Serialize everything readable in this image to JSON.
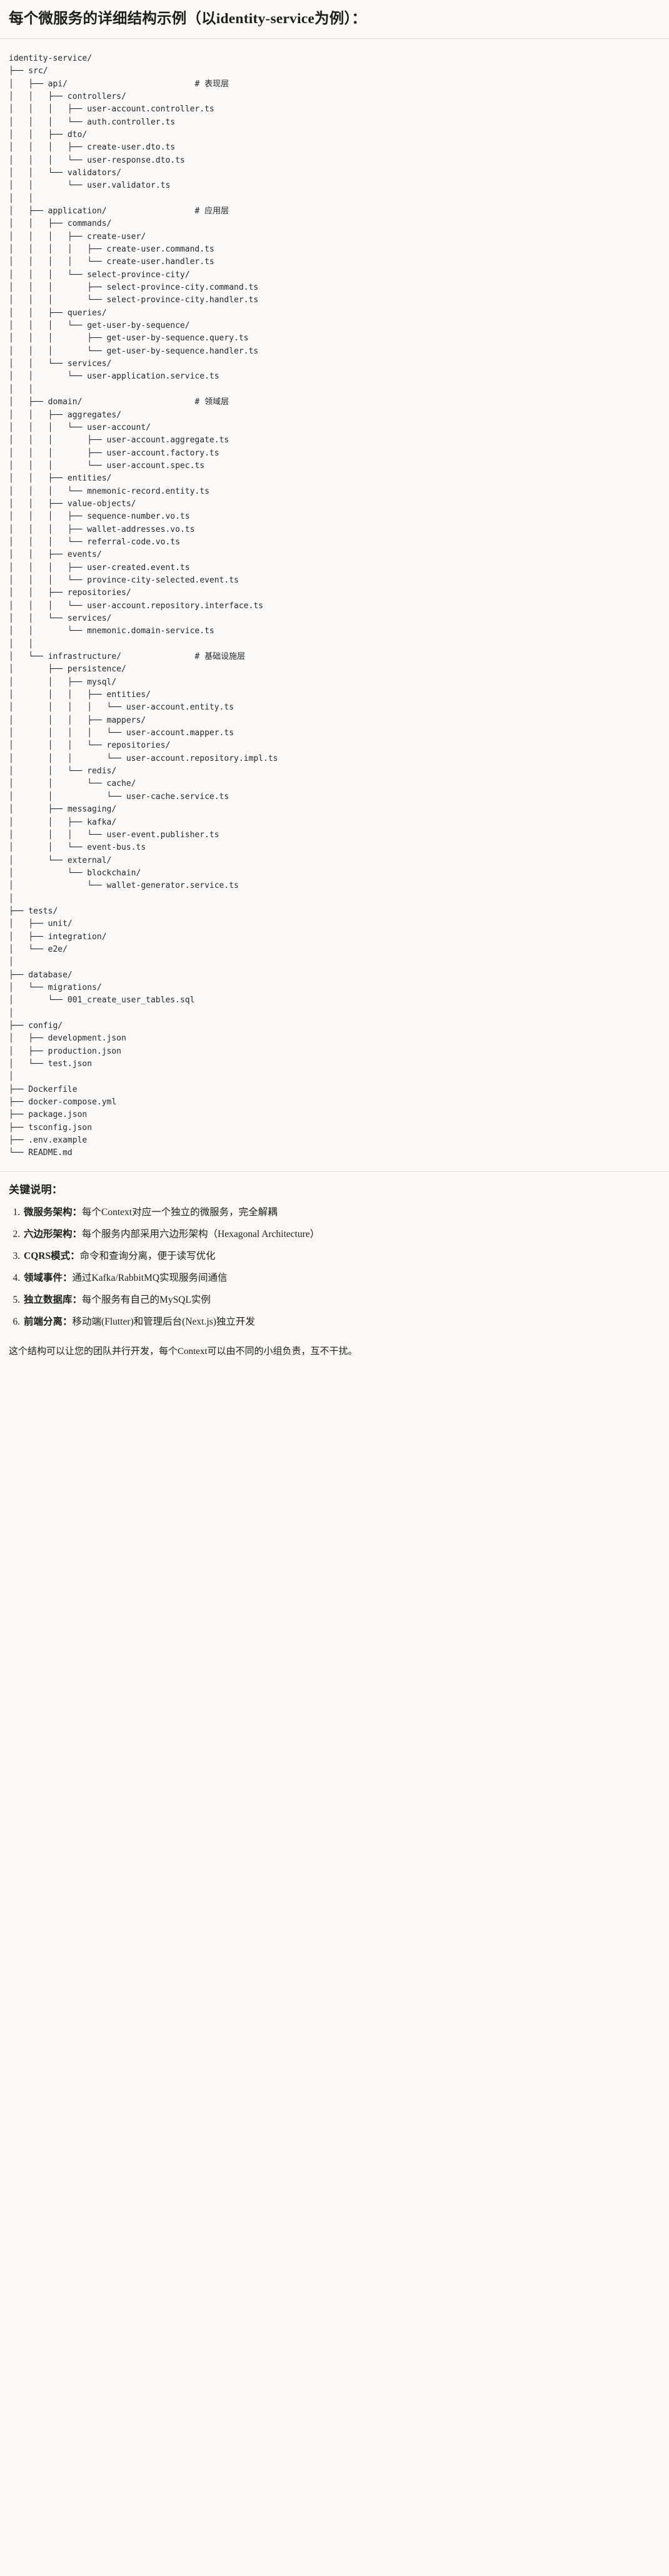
{
  "heading": "每个微服务的详细结构示例（以identity-service为例）：",
  "tree": {
    "root": "identity-service/",
    "text": "identity-service/\n├── src/\n│   ├── api/                          # 表现层\n│   │   ├── controllers/\n│   │   │   ├── user-account.controller.ts\n│   │   │   └── auth.controller.ts\n│   │   ├── dto/\n│   │   │   ├── create-user.dto.ts\n│   │   │   └── user-response.dto.ts\n│   │   └── validators/\n│   │       └── user.validator.ts\n│   │\n│   ├── application/                  # 应用层\n│   │   ├── commands/\n│   │   │   ├── create-user/\n│   │   │   │   ├── create-user.command.ts\n│   │   │   │   └── create-user.handler.ts\n│   │   │   └── select-province-city/\n│   │   │       ├── select-province-city.command.ts\n│   │   │       └── select-province-city.handler.ts\n│   │   ├── queries/\n│   │   │   └── get-user-by-sequence/\n│   │   │       ├── get-user-by-sequence.query.ts\n│   │   │       └── get-user-by-sequence.handler.ts\n│   │   └── services/\n│   │       └── user-application.service.ts\n│   │\n│   ├── domain/                       # 领域层\n│   │   ├── aggregates/\n│   │   │   └── user-account/\n│   │   │       ├── user-account.aggregate.ts\n│   │   │       ├── user-account.factory.ts\n│   │   │       └── user-account.spec.ts\n│   │   ├── entities/\n│   │   │   └── mnemonic-record.entity.ts\n│   │   ├── value-objects/\n│   │   │   ├── sequence-number.vo.ts\n│   │   │   ├── wallet-addresses.vo.ts\n│   │   │   └── referral-code.vo.ts\n│   │   ├── events/\n│   │   │   ├── user-created.event.ts\n│   │   │   └── province-city-selected.event.ts\n│   │   ├── repositories/\n│   │   │   └── user-account.repository.interface.ts\n│   │   └── services/\n│   │       └── mnemonic.domain-service.ts\n│   │\n│   └── infrastructure/               # 基础设施层\n│       ├── persistence/\n│       │   ├── mysql/\n│       │   │   ├── entities/\n│       │   │   │   └── user-account.entity.ts\n│       │   │   ├── mappers/\n│       │   │   │   └── user-account.mapper.ts\n│       │   │   └── repositories/\n│       │   │       └── user-account.repository.impl.ts\n│       │   └── redis/\n│       │       └── cache/\n│       │           └── user-cache.service.ts\n│       ├── messaging/\n│       │   ├── kafka/\n│       │   │   └── user-event.publisher.ts\n│       │   └── event-bus.ts\n│       └── external/\n│           └── blockchain/\n│               └── wallet-generator.service.ts\n│\n├── tests/\n│   ├── unit/\n│   ├── integration/\n│   └── e2e/\n│\n├── database/\n│   └── migrations/\n│       └── 001_create_user_tables.sql\n│\n├── config/\n│   ├── development.json\n│   ├── production.json\n│   └── test.json\n│\n├── Dockerfile\n├── docker-compose.yml\n├── package.json\n├── tsconfig.json\n├── .env.example\n└── README.md",
    "layer_comments": [
      {
        "path": "api/",
        "comment": "# 表现层"
      },
      {
        "path": "application/",
        "comment": "# 应用层"
      },
      {
        "path": "domain/",
        "comment": "# 领域层"
      },
      {
        "path": "infrastructure/",
        "comment": "# 基础设施层"
      }
    ]
  },
  "keypoints": {
    "title": "关键说明：",
    "items": [
      {
        "term": "微服务架构",
        "sep": "：",
        "desc": "每个Context对应一个独立的微服务，完全解耦"
      },
      {
        "term": "六边形架构",
        "sep": "：",
        "desc": "每个服务内部采用六边形架构（Hexagonal Architecture）"
      },
      {
        "term": "CQRS模式",
        "sep": "：",
        "desc": "命令和查询分离，便于读写优化"
      },
      {
        "term": "领域事件",
        "sep": "：",
        "desc": "通过Kafka/RabbitMQ实现服务间通信"
      },
      {
        "term": "独立数据库",
        "sep": "：",
        "desc": "每个服务有自己的MySQL实例"
      },
      {
        "term": "前端分离",
        "sep": "：",
        "desc": "移动端(Flutter)和管理后台(Next.js)独立开发"
      }
    ]
  },
  "closing": "这个结构可以让您的团队并行开发，每个Context可以由不同的小组负责，互不干扰。",
  "colors": {
    "page_background": "#faf9f7",
    "code_background": "#fbfaf8",
    "text": "#1d1d1b",
    "code_text": "#23262b",
    "rule": "#e3e1dc"
  }
}
